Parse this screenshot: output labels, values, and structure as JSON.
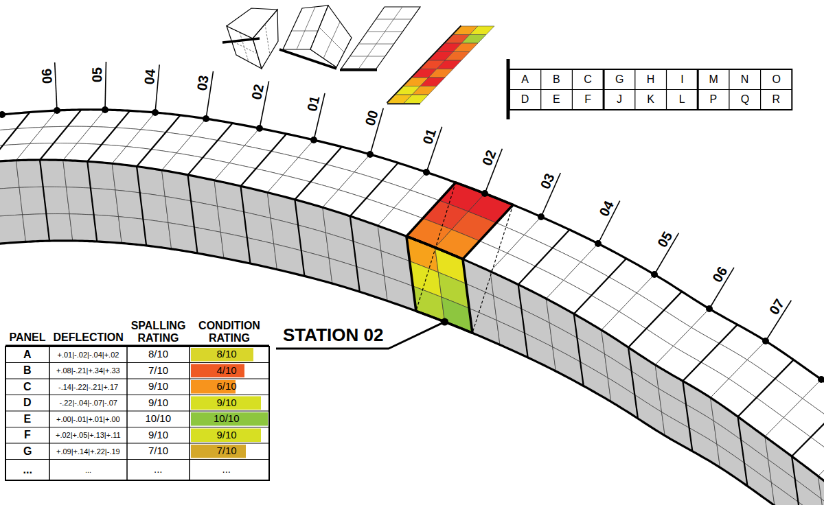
{
  "diagram": {
    "labels": [
      "06",
      "05",
      "04",
      "03",
      "02",
      "01",
      "00",
      "01",
      "02",
      "03",
      "04",
      "05",
      "06",
      "07",
      "A",
      "B",
      "C",
      "G",
      "H",
      "I",
      "M",
      "N",
      "O",
      "D",
      "E",
      "F",
      "J",
      "K",
      "L",
      "P",
      "Q",
      "R",
      "STATION 02",
      "PANEL",
      "DEFLECTION",
      "SPALLING RATING",
      "CONDITION RATING",
      "A",
      "+.01|-.02|-.04|+.02",
      "8/10",
      "8/10",
      "B",
      "+.08|-.21|+.34|+.33",
      "7/10",
      "4/10",
      "C",
      "-.14|-.22|-.21|+.17",
      "9/10",
      "6/10",
      "D",
      "-.22|-.04|-.07|-.07",
      "9/10",
      "9/10",
      "E",
      "+.00|-.01|+.01|+.00",
      "10/10",
      "10/10",
      "F",
      "+.02|+.05|+.13|+.11",
      "9/10",
      "9/10",
      "G",
      "+.09|+.14|+.22|-.19",
      "7/10",
      "7/10",
      "...",
      "...",
      "...",
      "..."
    ]
  }
}
